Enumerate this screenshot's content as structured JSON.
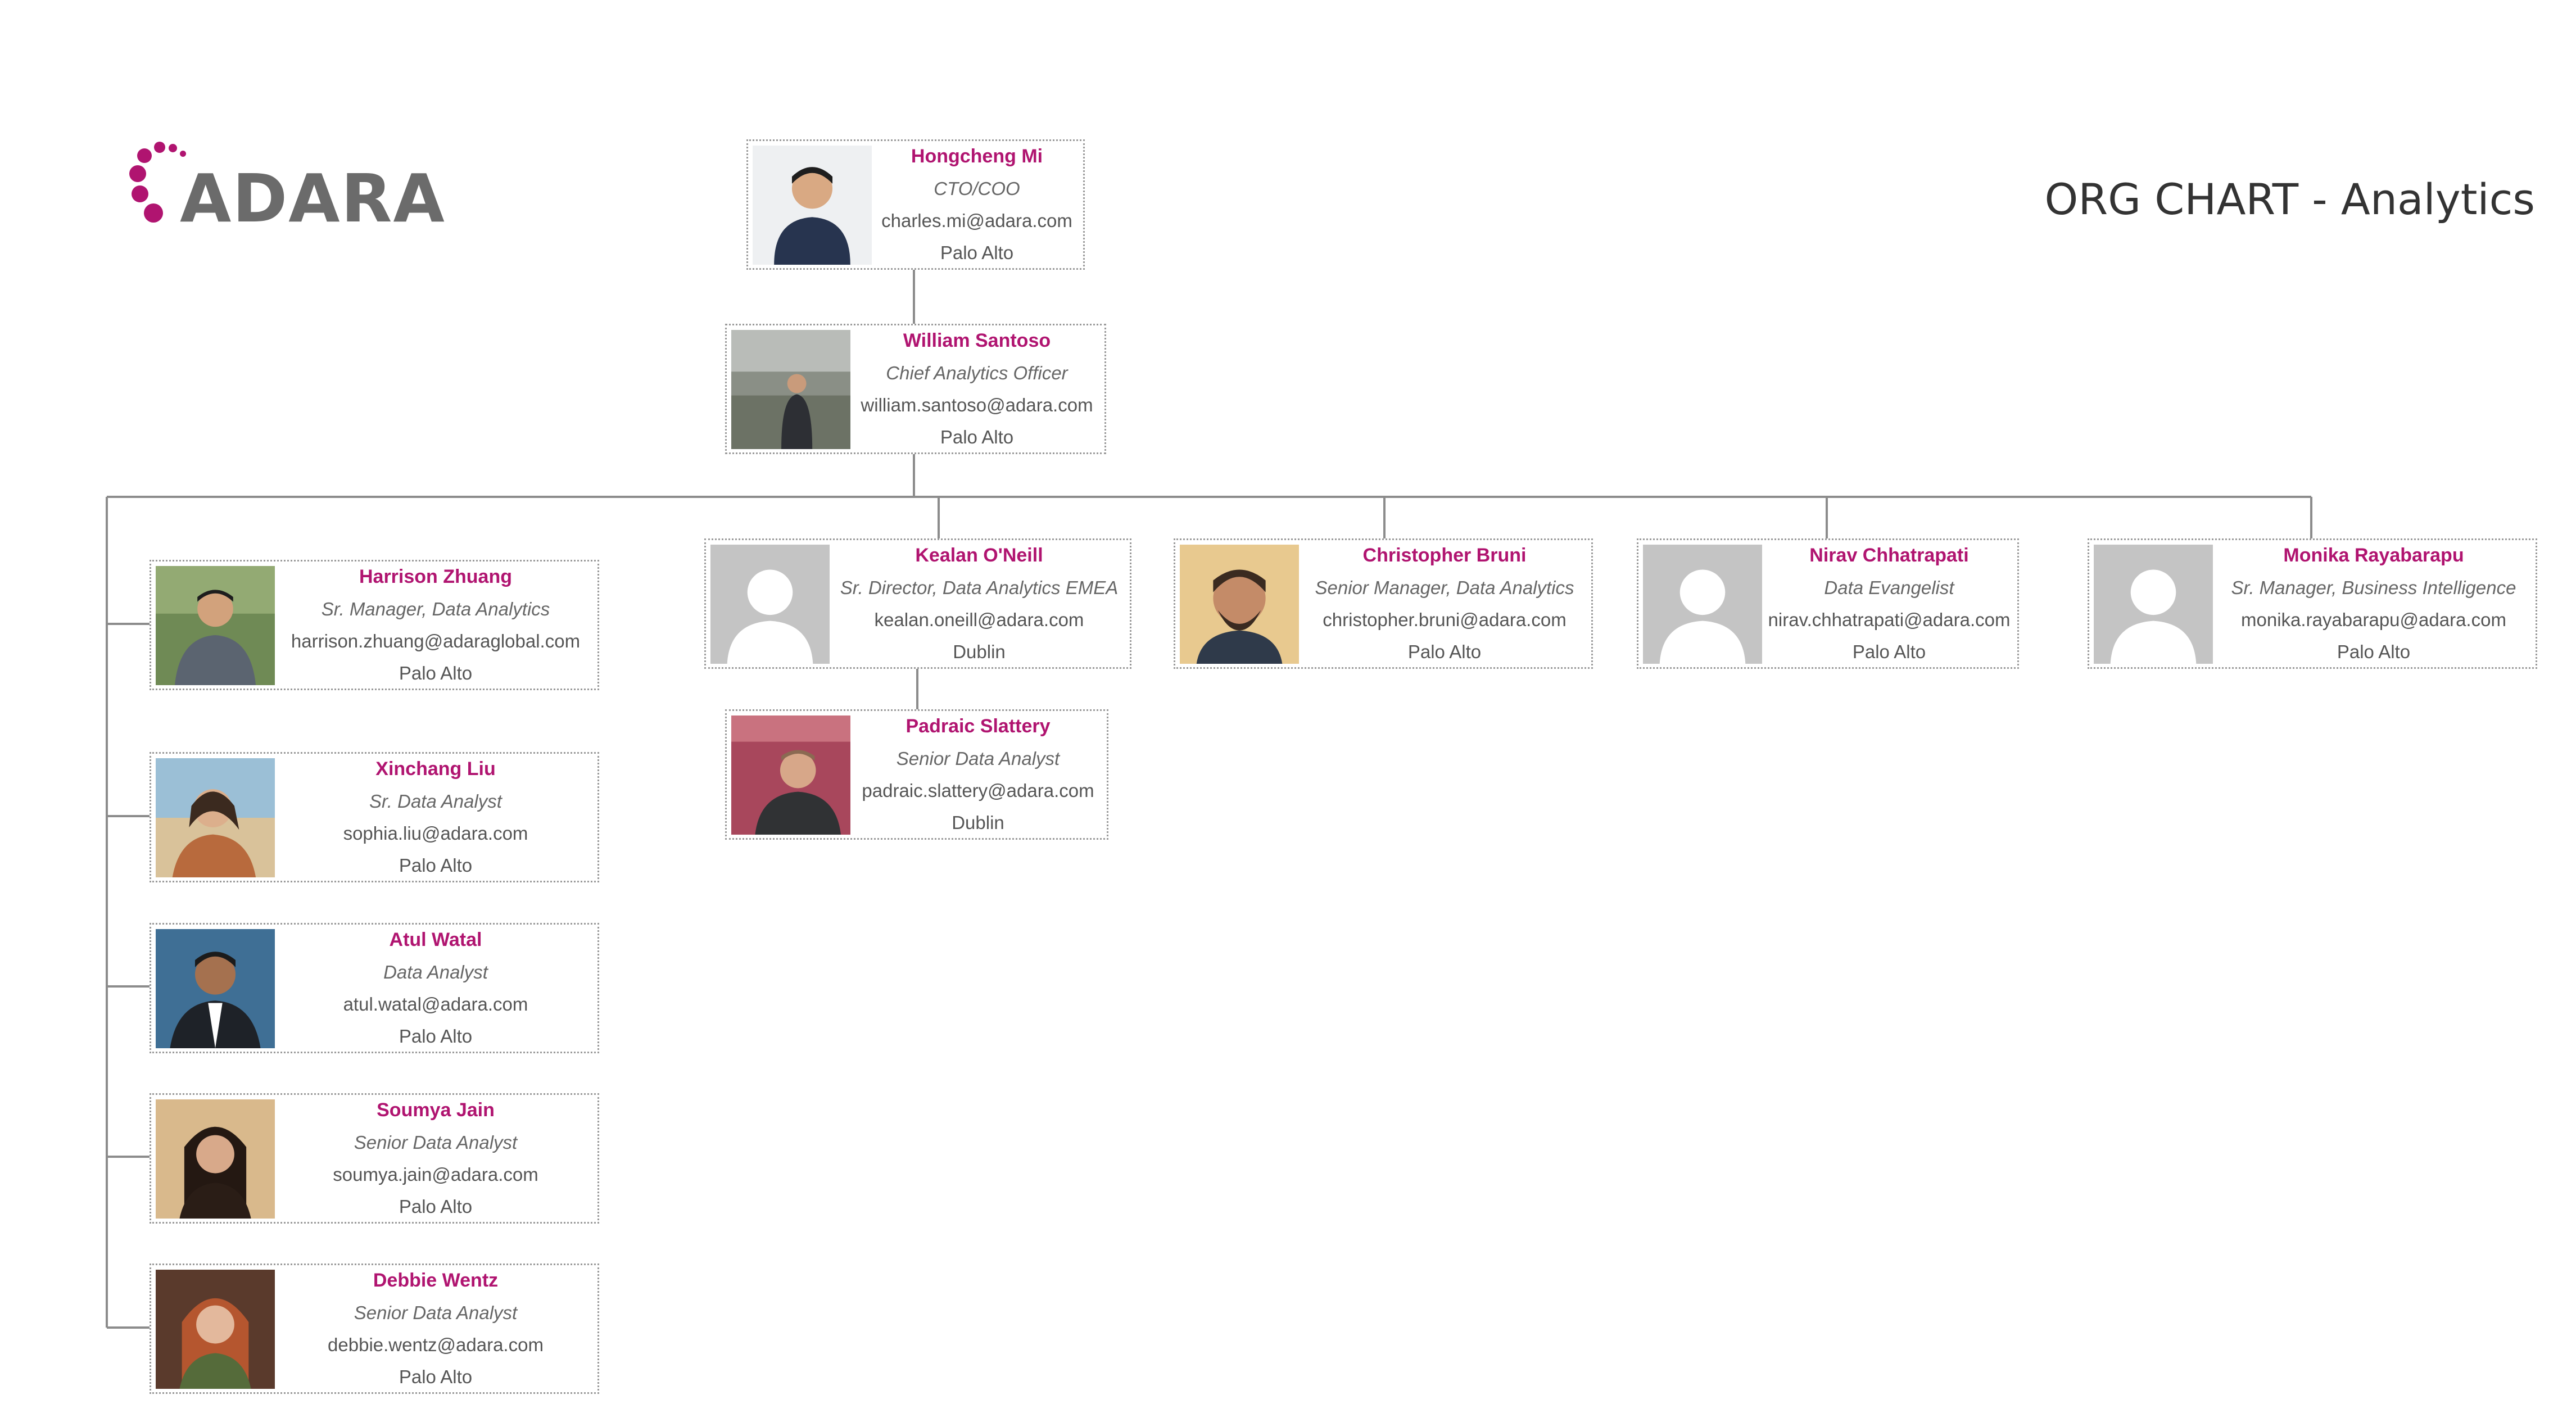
{
  "brand": {
    "name": "ADARA",
    "accent": "#b01470",
    "text_gray": "#6b6b6b"
  },
  "page_title": "ORG CHART - Analytics",
  "people": {
    "hongcheng": {
      "name": "Hongcheng Mi",
      "title": "CTO/COO",
      "email": "charles.mi@adara.com",
      "location": "Palo Alto"
    },
    "william": {
      "name": "William Santoso",
      "title": "Chief Analytics Officer",
      "email": "william.santoso@adara.com",
      "location": "Palo Alto"
    },
    "kealan": {
      "name": "Kealan O'Neill",
      "title": "Sr. Director, Data Analytics EMEA",
      "email": "kealan.oneill@adara.com",
      "location": "Dublin"
    },
    "christopher": {
      "name": "Christopher Bruni",
      "title": "Senior Manager,  Data Analytics",
      "email": "christopher.bruni@adara.com",
      "location": "Palo Alto"
    },
    "nirav": {
      "name": "Nirav Chhatrapati",
      "title": "Data Evangelist",
      "email": "nirav.chhatrapati@adara.com",
      "location": "Palo Alto"
    },
    "monika": {
      "name": "Monika Rayabarapu",
      "title": "Sr. Manager, Business Intelligence",
      "email": "monika.rayabarapu@adara.com",
      "location": "Palo Alto"
    },
    "padraic": {
      "name": "Padraic Slattery",
      "title": "Senior Data Analyst",
      "email": "padraic.slattery@adara.com",
      "location": "Dublin"
    },
    "harrison": {
      "name": "Harrison Zhuang",
      "title": "Sr. Manager, Data Analytics",
      "email": "harrison.zhuang@adaraglobal.com",
      "location": "Palo Alto"
    },
    "xinchang": {
      "name": "Xinchang Liu",
      "title": "Sr. Data Analyst",
      "email": "sophia.liu@adara.com",
      "location": "Palo Alto"
    },
    "atul": {
      "name": "Atul Watal",
      "title": "Data Analyst",
      "email": "atul.watal@adara.com",
      "location": "Palo Alto"
    },
    "soumya": {
      "name": "Soumya Jain",
      "title": "Senior Data Analyst",
      "email": "soumya.jain@adara.com",
      "location": "Palo Alto"
    },
    "debbie": {
      "name": "Debbie Wentz",
      "title": "Senior Data Analyst",
      "email": "debbie.wentz@adara.com",
      "location": "Palo Alto"
    }
  },
  "photo_icons": {
    "hongcheng": "person-photo-icon",
    "william": "person-photo-icon",
    "kealan": "placeholder-avatar-icon",
    "christopher": "person-photo-icon",
    "nirav": "placeholder-avatar-icon",
    "monika": "placeholder-avatar-icon",
    "padraic": "person-photo-icon",
    "harrison": "person-photo-icon",
    "xinchang": "person-photo-icon",
    "atul": "person-photo-icon",
    "soumya": "person-photo-icon",
    "debbie": "person-photo-icon"
  }
}
